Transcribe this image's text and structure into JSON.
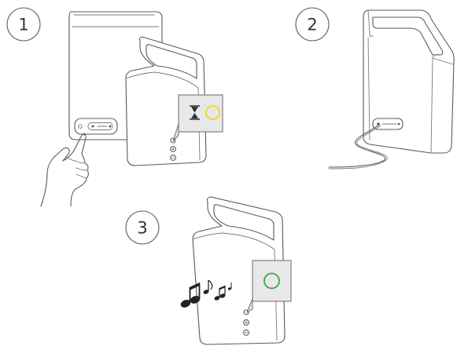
{
  "steps": [
    {
      "number": "1",
      "title": ""
    },
    {
      "number": "2",
      "title": ""
    },
    {
      "number": "3",
      "title": ""
    }
  ],
  "colors": {
    "line": "#5a5a5a",
    "status_pending": "#f2d51c",
    "status_ready": "#3aa648",
    "music_notes": "#222222",
    "callout_bg": "#e8e8e8"
  },
  "icons": {
    "pending_indicator": "hourglass-icon",
    "music": "music-notes-icon",
    "press": "hand-pressing-icon",
    "cable": "power-cable"
  }
}
